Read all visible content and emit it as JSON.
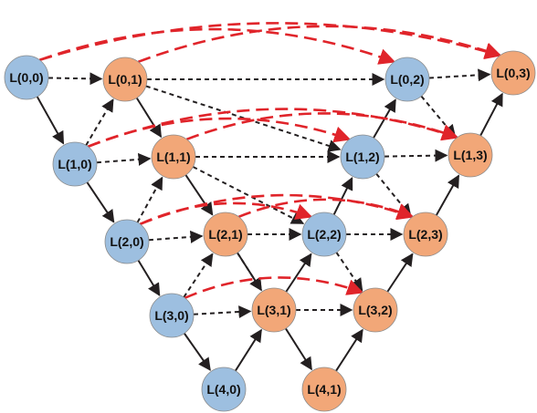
{
  "colors": {
    "encoder_node": "#9dbfe0",
    "decoder_node": "#f2a778",
    "node_stroke": "#8a8a8a",
    "downsample_edge": "#231f20",
    "skip_edge": "#231f20",
    "dense_skip_edge": "#e0242a"
  },
  "nodes": [
    {
      "id": "L(0,0)",
      "label": "L(0,0)",
      "kind": "encoder"
    },
    {
      "id": "L(1,0)",
      "label": "L(1,0)",
      "kind": "encoder"
    },
    {
      "id": "L(2,0)",
      "label": "L(2,0)",
      "kind": "encoder"
    },
    {
      "id": "L(3,0)",
      "label": "L(3,0)",
      "kind": "encoder"
    },
    {
      "id": "L(4,0)",
      "label": "L(4,0)",
      "kind": "encoder"
    },
    {
      "id": "L(0,1)",
      "label": "L(0,1)",
      "kind": "decoder"
    },
    {
      "id": "L(1,1)",
      "label": "L(1,1)",
      "kind": "decoder"
    },
    {
      "id": "L(2,1)",
      "label": "L(2,1)",
      "kind": "decoder"
    },
    {
      "id": "L(3,1)",
      "label": "L(3,1)",
      "kind": "decoder"
    },
    {
      "id": "L(4,1)",
      "label": "L(4,1)",
      "kind": "decoder"
    },
    {
      "id": "L(0,2)",
      "label": "L(0,2)",
      "kind": "encoder"
    },
    {
      "id": "L(1,2)",
      "label": "L(1,2)",
      "kind": "encoder"
    },
    {
      "id": "L(2,2)",
      "label": "L(2,2)",
      "kind": "encoder"
    },
    {
      "id": "L(3,2)",
      "label": "L(3,2)",
      "kind": "decoder"
    },
    {
      "id": "L(0,3)",
      "label": "L(0,3)",
      "kind": "decoder"
    },
    {
      "id": "L(1,3)",
      "label": "L(1,3)",
      "kind": "decoder"
    },
    {
      "id": "L(2,3)",
      "label": "L(2,3)",
      "kind": "decoder"
    }
  ],
  "edges": [
    {
      "from": "L(0,0)",
      "to": "L(1,0)",
      "style": "solid"
    },
    {
      "from": "L(1,0)",
      "to": "L(2,0)",
      "style": "solid"
    },
    {
      "from": "L(2,0)",
      "to": "L(3,0)",
      "style": "solid"
    },
    {
      "from": "L(3,0)",
      "to": "L(4,0)",
      "style": "solid"
    },
    {
      "from": "L(0,1)",
      "to": "L(1,1)",
      "style": "solid"
    },
    {
      "from": "L(1,1)",
      "to": "L(2,1)",
      "style": "solid"
    },
    {
      "from": "L(2,1)",
      "to": "L(3,1)",
      "style": "solid"
    },
    {
      "from": "L(3,1)",
      "to": "L(4,1)",
      "style": "solid"
    },
    {
      "from": "L(4,0)",
      "to": "L(3,1)",
      "style": "solid"
    },
    {
      "from": "L(3,1)",
      "to": "L(2,2)",
      "style": "solid"
    },
    {
      "from": "L(2,2)",
      "to": "L(1,2)",
      "style": "solid"
    },
    {
      "from": "L(1,2)",
      "to": "L(0,2)",
      "style": "solid"
    },
    {
      "from": "L(4,1)",
      "to": "L(3,2)",
      "style": "solid"
    },
    {
      "from": "L(3,2)",
      "to": "L(2,3)",
      "style": "solid"
    },
    {
      "from": "L(2,3)",
      "to": "L(1,3)",
      "style": "solid"
    },
    {
      "from": "L(1,3)",
      "to": "L(0,3)",
      "style": "solid"
    },
    {
      "from": "L(0,0)",
      "to": "L(0,1)",
      "style": "dashed"
    },
    {
      "from": "L(0,1)",
      "to": "L(0,2)",
      "style": "dashed"
    },
    {
      "from": "L(0,2)",
      "to": "L(0,3)",
      "style": "dashed"
    },
    {
      "from": "L(1,0)",
      "to": "L(1,1)",
      "style": "dashed"
    },
    {
      "from": "L(1,1)",
      "to": "L(1,2)",
      "style": "dashed"
    },
    {
      "from": "L(1,2)",
      "to": "L(1,3)",
      "style": "dashed"
    },
    {
      "from": "L(2,0)",
      "to": "L(2,1)",
      "style": "dashed"
    },
    {
      "from": "L(2,1)",
      "to": "L(2,2)",
      "style": "dashed"
    },
    {
      "from": "L(2,2)",
      "to": "L(2,3)",
      "style": "dashed"
    },
    {
      "from": "L(3,0)",
      "to": "L(3,1)",
      "style": "dashed"
    },
    {
      "from": "L(3,1)",
      "to": "L(3,2)",
      "style": "dashed"
    },
    {
      "from": "L(1,0)",
      "to": "L(0,1)",
      "style": "dashed"
    },
    {
      "from": "L(2,0)",
      "to": "L(1,1)",
      "style": "dashed"
    },
    {
      "from": "L(3,0)",
      "to": "L(2,1)",
      "style": "dashed"
    },
    {
      "from": "L(0,2)",
      "to": "L(1,3)",
      "style": "dashed"
    },
    {
      "from": "L(1,2)",
      "to": "L(2,3)",
      "style": "dashed"
    },
    {
      "from": "L(2,2)",
      "to": "L(3,2)",
      "style": "dashed"
    },
    {
      "from": "L(0,1)",
      "to": "L(1,2)",
      "style": "dashed"
    },
    {
      "from": "L(1,1)",
      "to": "L(2,2)",
      "style": "dashed"
    },
    {
      "from": "L(2,1)",
      "to": "L(3,1)",
      "style": "dashed"
    },
    {
      "from": "L(0,0)",
      "to": "L(0,3)",
      "style": "red-dashed"
    },
    {
      "from": "L(0,0)",
      "to": "L(0,2)",
      "style": "red-dashed"
    },
    {
      "from": "L(0,1)",
      "to": "L(0,3)",
      "style": "red-dashed"
    },
    {
      "from": "L(1,0)",
      "to": "L(1,3)",
      "style": "red-dashed"
    },
    {
      "from": "L(1,0)",
      "to": "L(1,2)",
      "style": "red-dashed"
    },
    {
      "from": "L(1,1)",
      "to": "L(1,3)",
      "style": "red-dashed"
    },
    {
      "from": "L(2,0)",
      "to": "L(2,3)",
      "style": "red-dashed"
    },
    {
      "from": "L(2,0)",
      "to": "L(2,2)",
      "style": "red-dashed"
    },
    {
      "from": "L(2,1)",
      "to": "L(2,3)",
      "style": "red-dashed"
    },
    {
      "from": "L(3,0)",
      "to": "L(3,2)",
      "style": "red-dashed"
    }
  ]
}
